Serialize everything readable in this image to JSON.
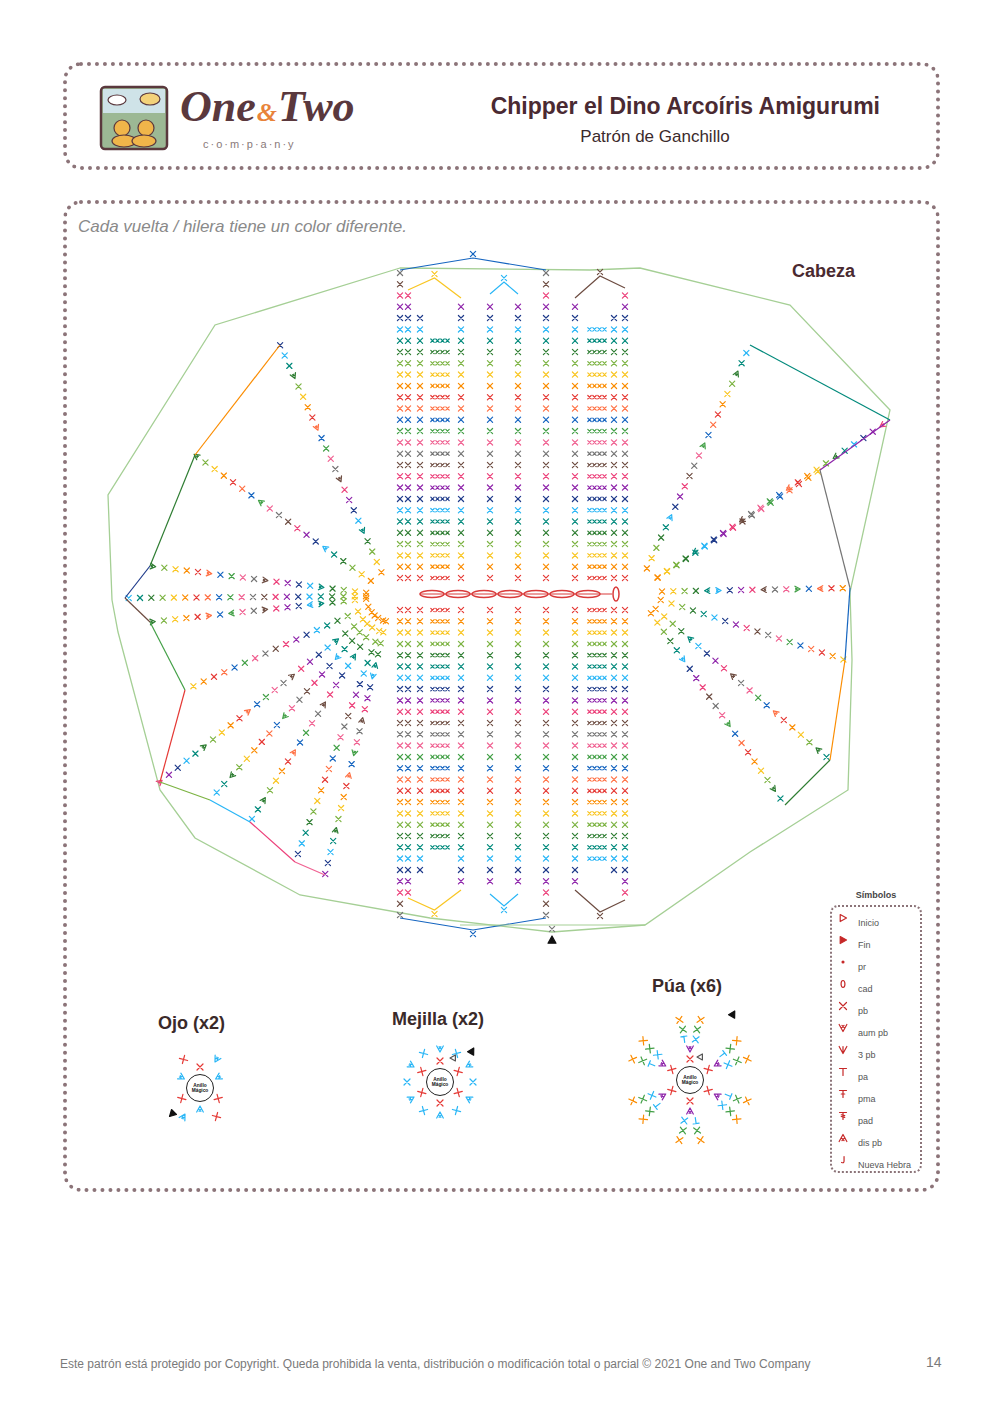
{
  "diagram": {
    "title": "Chipper el Dino Arcoíris Amigurumi",
    "nodes": [
      {
        "text": [
          "One",
          "&",
          "Two",
          "c·o·m·p·a·n·y",
          "Patrón de Ganchillo"
        ]
      },
      {
        "text": [
          "Cada vuelta / hilera tiene un color diferente."
        ]
      },
      {
        "text": [
          "Anillo Mágico"
        ],
        "in": 1
      },
      {
        "text": [
          "Anillo Mágico"
        ],
        "in": 1
      },
      {
        "text": [
          "Anillo Mágico"
        ],
        "in": 1
      },
      {
        "text": [
          "Símbolos"
        ],
        "in": 1
      }
    ],
    "labels": [
      "Cabeza",
      "Ojo (x2)",
      "Mejilla (x2)",
      "Púa (x6)",
      "Este patrón está protegido por Copyright. Queda prohibida la venta, distribución o modificación total o parcial © 2021 One and Two Company",
      "14"
    ],
    "legend": [
      {
        "text": "Inicio"
      },
      {
        "text": "Fin"
      },
      {
        "text": "pr"
      },
      {
        "text": "cad"
      },
      {
        "text": "pb"
      },
      {
        "text": "aum pb"
      },
      {
        "text": "3 pb"
      },
      {
        "text": "pa"
      },
      {
        "text": "pma"
      },
      {
        "text": "pad"
      },
      {
        "text": "dis pb"
      },
      {
        "text": "Nueva Hebra"
      }
    ]
  }
}
